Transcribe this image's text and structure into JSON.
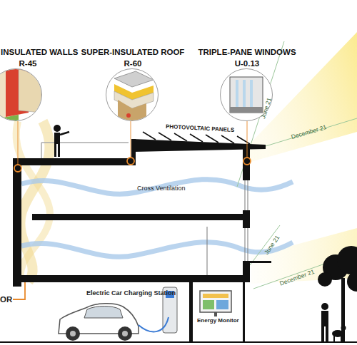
{
  "diagram": {
    "nodes": [
      {
        "text": [
          "INSULATED WALLS",
          "R-45"
        ]
      },
      {
        "text": [
          "SUPER-INSULATED ROOF",
          "R-60"
        ]
      },
      {
        "text": [
          "TRIPLE-PANE WINDOWS",
          "U-0.13"
        ]
      }
    ],
    "labels": [
      "PHOTOVOLTAIC PANELS",
      "June 21",
      "December 21",
      "Cross Ventilation",
      "June 21",
      "December 21",
      "OR",
      "Electric Car Charging Station",
      "Energy Monitor"
    ]
  }
}
